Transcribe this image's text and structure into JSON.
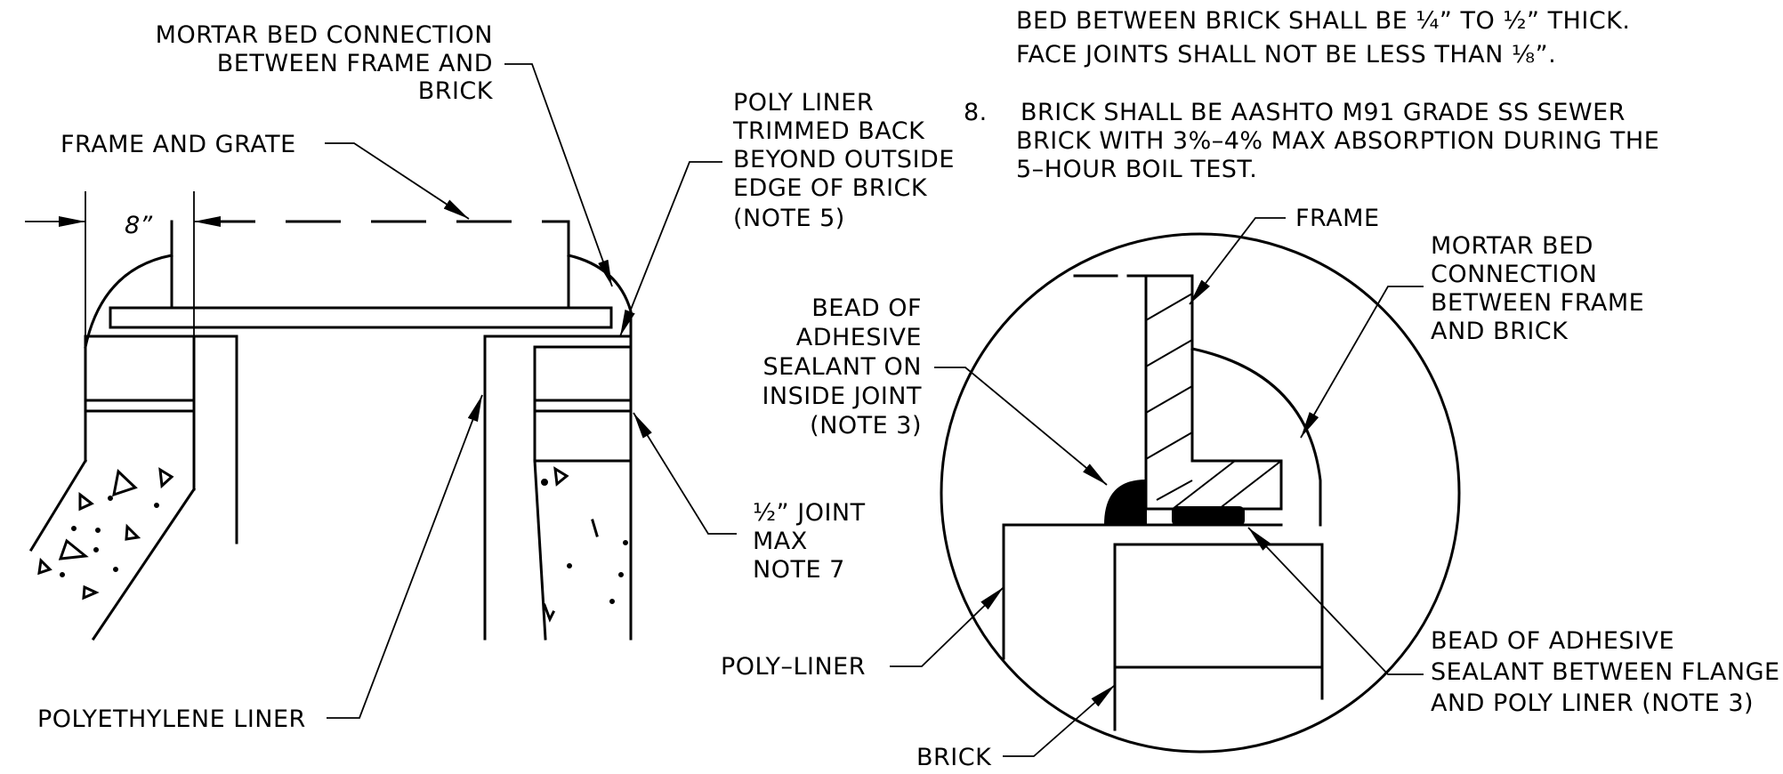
{
  "labels": {
    "mortar_bed_left": [
      "MORTAR BED CONNECTION",
      "BETWEEN FRAME AND",
      "BRICK"
    ],
    "frame_and_grate": "FRAME AND GRATE",
    "dimension_8": "8”",
    "poly_liner_trimmed": [
      "POLY LINER",
      "TRIMMED BACK",
      "BEYOND OUTSIDE",
      "EDGE OF BRICK",
      "(NOTE 5)"
    ],
    "joint_max": [
      "½” JOINT",
      "MAX",
      "NOTE 7"
    ],
    "polyethylene_liner": "POLYETHYLENE LINER",
    "frame": "FRAME",
    "mortar_bed_right": [
      "MORTAR BED",
      "CONNECTION",
      "BETWEEN FRAME",
      "AND BRICK"
    ],
    "bead_inside": [
      "BEAD OF",
      "ADHESIVE",
      "SEALANT ON",
      "INSIDE JOINT",
      "(NOTE 3)"
    ],
    "poly_liner_detail": "POLY–LINER",
    "brick": "BRICK",
    "bead_flange": [
      "BEAD OF ADHESIVE",
      "SEALANT BETWEEN FLANGE",
      "AND POLY LINER (NOTE 3)"
    ]
  },
  "notes": {
    "note7_lines": [
      "BED BETWEEN BRICK SHALL BE ¼” TO ½” THICK.",
      "FACE JOINTS SHALL NOT BE LESS THAN ⅛”."
    ],
    "note8_number": "8.",
    "note8_lines": [
      "BRICK SHALL BE AASHTO M91 GRADE SS SEWER",
      "BRICK WITH 3%–4% MAX ABSORPTION DURING THE",
      "5–HOUR BOIL TEST."
    ]
  }
}
